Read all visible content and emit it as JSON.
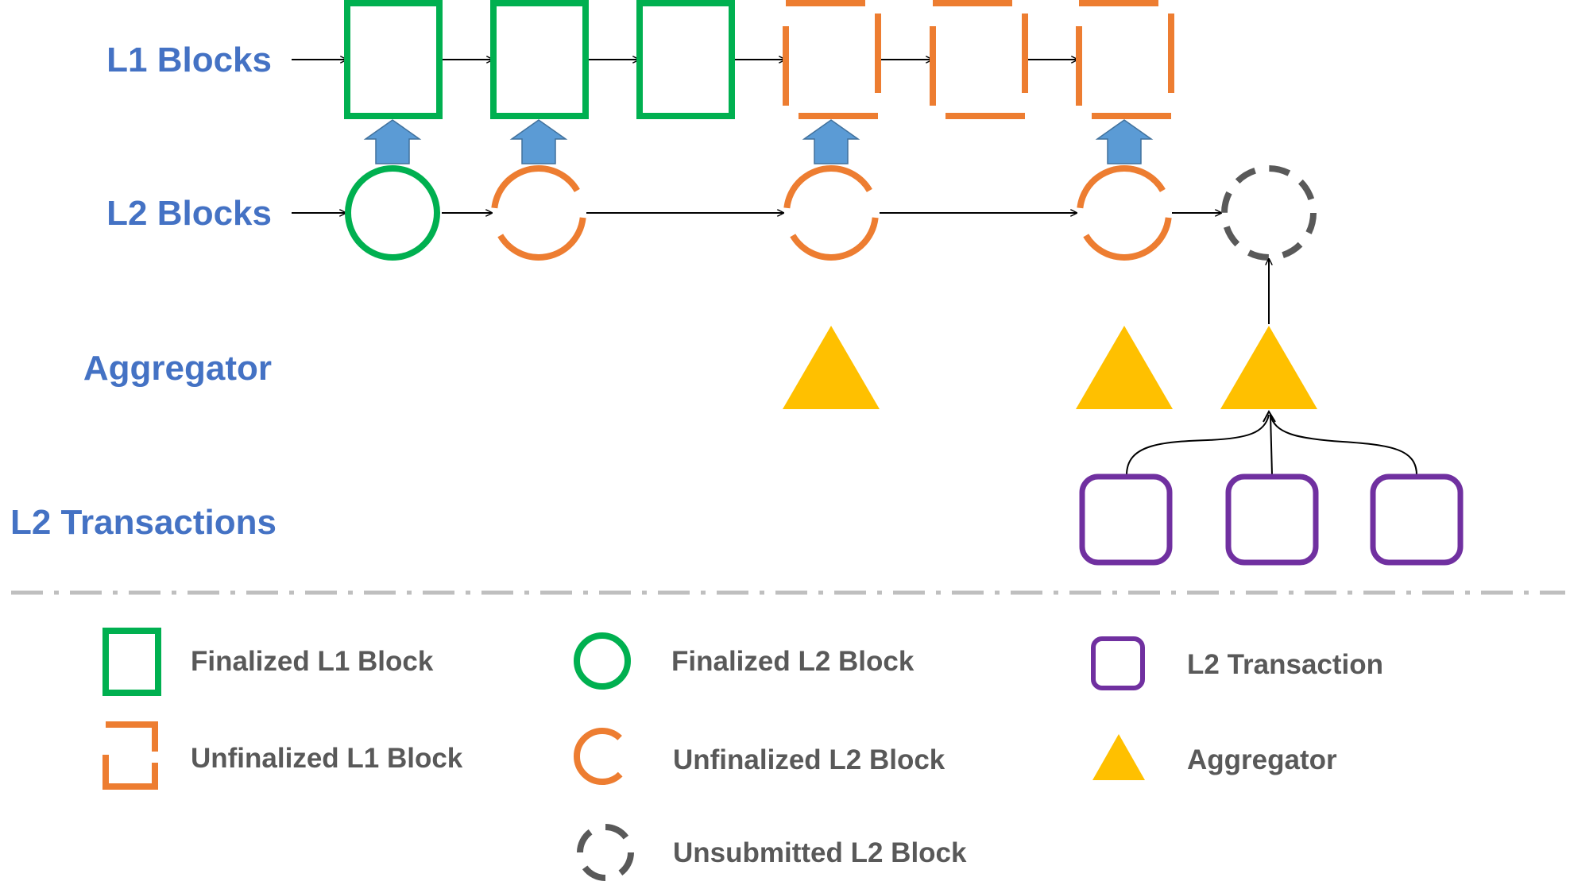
{
  "rows": {
    "l1": "L1 Blocks",
    "l2": "L2 Blocks",
    "aggregator": "Aggregator",
    "transactions": "L2 Transactions"
  },
  "legend": {
    "finalized_l1": "Finalized L1 Block",
    "unfinalized_l1": "Unfinalized L1 Block",
    "finalized_l2": "Finalized L2 Block",
    "unfinalized_l2": "Unfinalized L2 Block",
    "unsubmitted_l2": "Unsubmitted L2 Block",
    "l2_transaction": "L2 Transaction",
    "aggregator": "Aggregator"
  },
  "colors": {
    "label_blue": "#4472C4",
    "legend_gray": "#595959",
    "finalized_green": "#00B050",
    "unfinalized_orange": "#ED7D31",
    "unsubmitted_gray": "#595959",
    "transaction_purple": "#7030A0",
    "aggregator_gold": "#FFC000",
    "submit_arrow_blue": "#5B9BD5",
    "divider_gray": "#BFBFBF"
  },
  "diagram": {
    "l1_blocks": [
      "finalized",
      "finalized",
      "finalized",
      "unfinalized",
      "unfinalized",
      "unfinalized"
    ],
    "l2_blocks": [
      "finalized",
      "unfinalized",
      "unfinalized",
      "unfinalized",
      "unsubmitted"
    ],
    "aggregator_count": 3,
    "transaction_count": 3
  }
}
